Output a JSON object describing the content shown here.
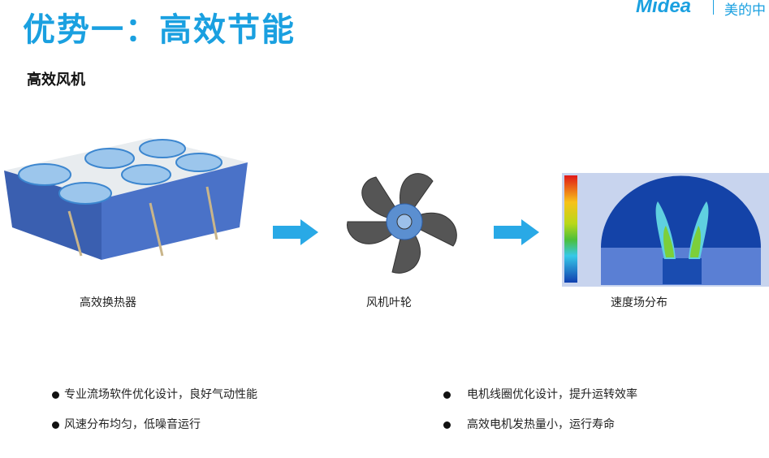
{
  "title": "优势一：高效节能",
  "logo": {
    "brand": "Midea",
    "cn": "美的中"
  },
  "subtitle": "高效风机",
  "images": [
    {
      "caption": "高效换热器"
    },
    {
      "caption": "风机叶轮"
    },
    {
      "caption": "速度场分布"
    }
  ],
  "bullets_left": [
    "专业流场软件优化设计，良好气动性能",
    "风速分布均匀，低噪音运行"
  ],
  "bullets_right": [
    "电机线圈优化设计，提升运转效率",
    "高效电机发热量小，运行寿命"
  ],
  "colors": {
    "accent": "#1aa0e0",
    "arrow": "#29a9e6"
  }
}
